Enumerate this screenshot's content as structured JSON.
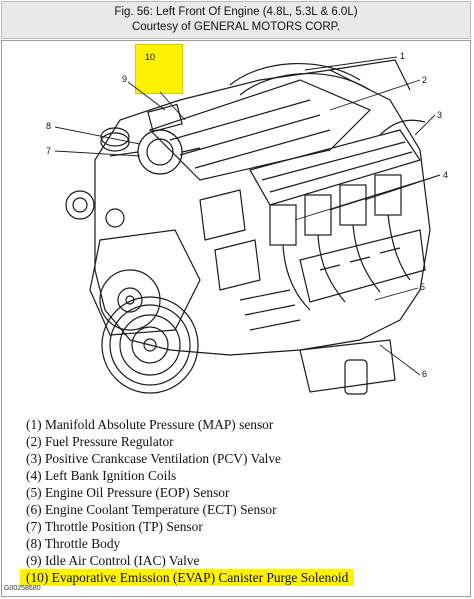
{
  "header": {
    "line1": "Fig. 56: Left Front Of Engine (4.8L, 5.3L & 6.0L)",
    "line2": "Courtesy of GENERAL MOTORS CORP."
  },
  "callouts": [
    "10",
    "9",
    "8",
    "7",
    "1",
    "2",
    "3",
    "4",
    "5",
    "6"
  ],
  "legend": [
    "(1) Manifold Absolute Pressure (MAP) sensor",
    "(2) Fuel Pressure Regulator",
    "(3) Positive Crankcase Ventilation (PCV) Valve",
    "(4) Left Bank Ignition Coils",
    "(5) Engine Oil Pressure (EOP) Sensor",
    "(6) Engine Coolant Temperature (ECT) Sensor",
    "(7) Throttle Position (TP) Sensor",
    "(8) Throttle Body",
    "(9) Idle Air Control (IAC) Valve",
    "(10) Evaporative Emission (EVAP) Canister Purge Solenoid"
  ],
  "figure_id": "G00258680",
  "highlight_color": "#fff200"
}
